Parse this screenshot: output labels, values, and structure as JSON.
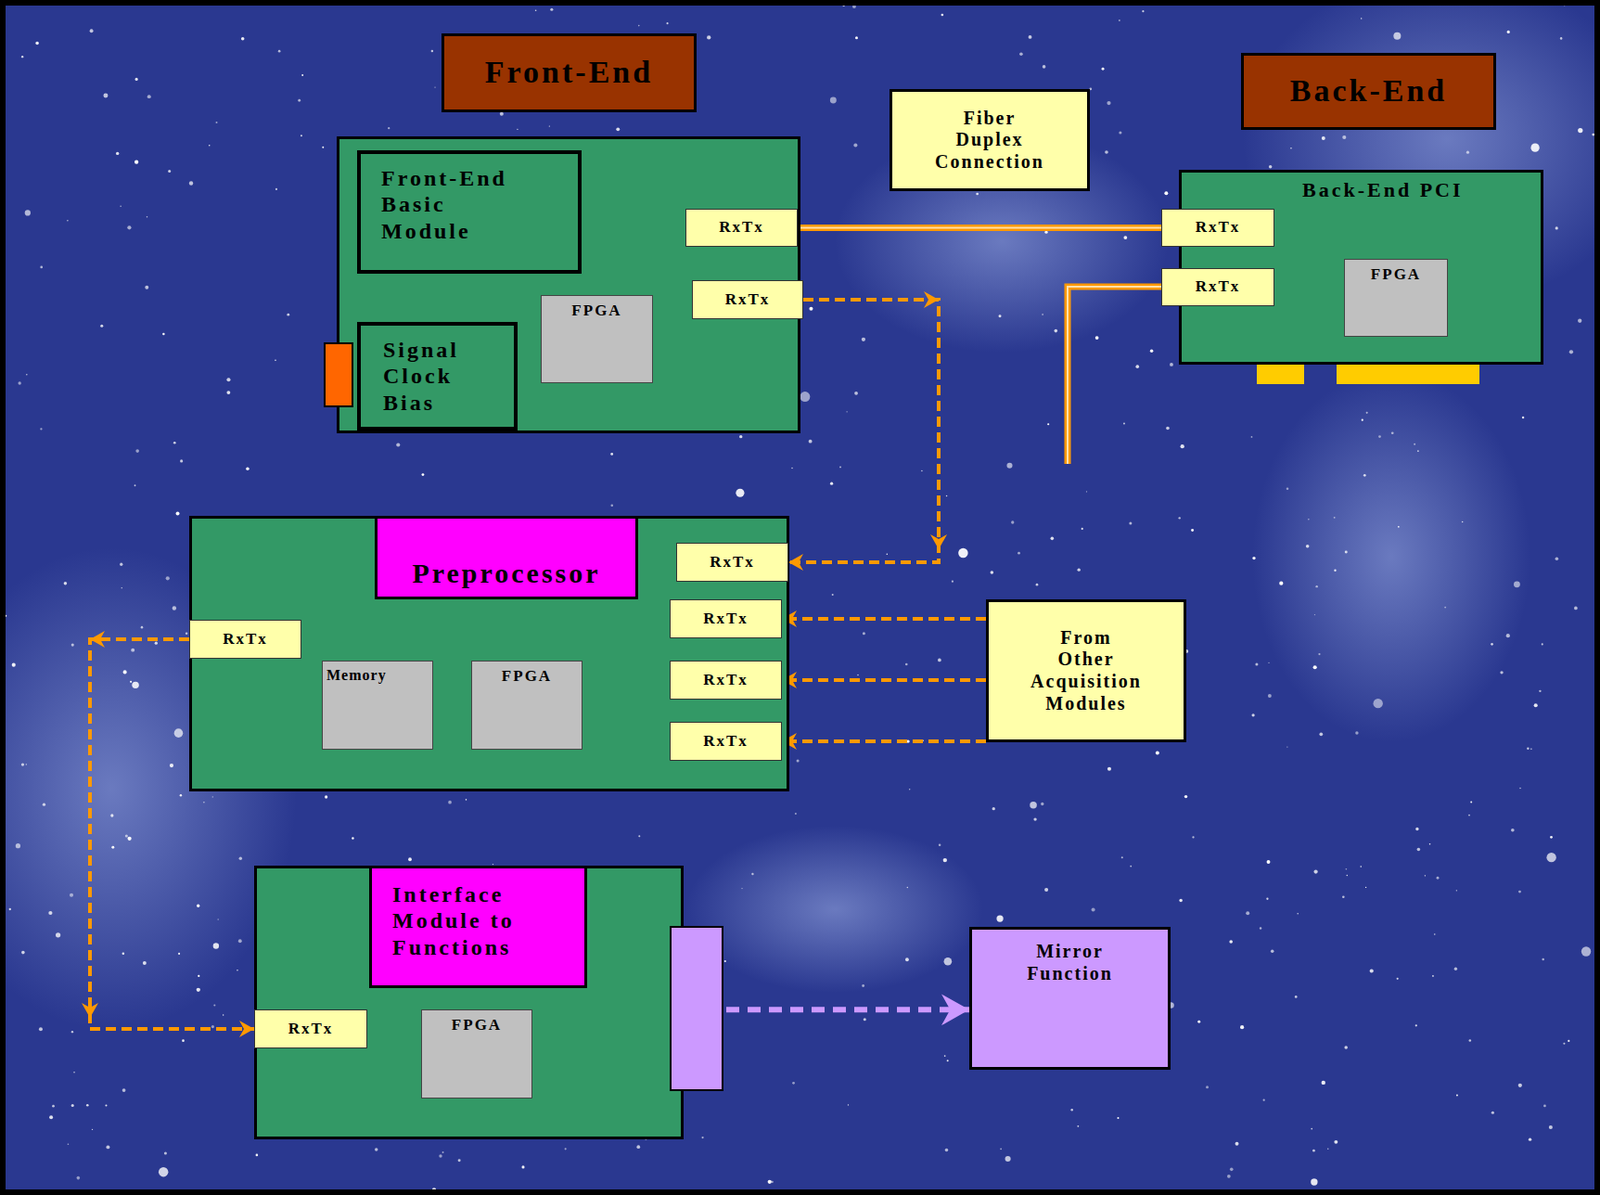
{
  "diagram": {
    "nodes": [
      {
        "text": [
          "Front-End"
        ]
      },
      {
        "text": [
          "Back-End"
        ]
      },
      {
        "text": [
          "Fiber Duplex Connection"
        ]
      },
      {
        "text": []
      },
      {
        "text": [
          "Front-End Basic Module"
        ],
        "in": 3
      },
      {
        "text": [
          "RxTx"
        ],
        "in": 3
      },
      {
        "text": [
          "RxTx"
        ],
        "in": 3
      },
      {
        "text": [
          "FPGA"
        ],
        "in": 3
      },
      {
        "text": [
          "Signal Clock Bias"
        ],
        "in": 3
      },
      {
        "text": [
          "Back-End PCI"
        ]
      },
      {
        "text": [
          "RxTx"
        ],
        "in": 9
      },
      {
        "text": [
          "RxTx"
        ],
        "in": 9
      },
      {
        "text": [
          "FPGA"
        ],
        "in": 9
      },
      {
        "text": []
      },
      {
        "text": [
          "Preprocessor"
        ],
        "in": 13
      },
      {
        "text": [
          "RxTx"
        ],
        "in": 13
      },
      {
        "text": [
          "RxTx"
        ],
        "in": 13
      },
      {
        "text": [
          "RxTx"
        ],
        "in": 13
      },
      {
        "text": [
          "Memory"
        ],
        "in": 13
      },
      {
        "text": [
          "FPGA"
        ],
        "in": 13
      },
      {
        "text": [
          "RxTx"
        ],
        "in": 13
      },
      {
        "text": [
          "RxTx"
        ],
        "in": 13
      },
      {
        "text": [
          "From Other Acquisition Modules"
        ]
      },
      {
        "text": []
      },
      {
        "text": [
          "Interface Module to Functions"
        ],
        "in": 23
      },
      {
        "text": [
          "RxTx"
        ],
        "in": 23
      },
      {
        "text": [
          "FPGA"
        ],
        "in": 23
      },
      {
        "text": [
          "Mirror Function"
        ]
      }
    ],
    "edges": [
      {
        "from": 5,
        "to": 10,
        "arrow": "none"
      },
      {
        "from": 6,
        "to": 15,
        "arrow": "to"
      },
      {
        "from": 22,
        "to": 16,
        "arrow": "to"
      },
      {
        "from": 22,
        "to": 20,
        "arrow": "to"
      },
      {
        "from": 22,
        "to": 21,
        "arrow": "to"
      },
      {
        "from": 17,
        "to": 25,
        "arrow": "to"
      },
      {
        "from": 23,
        "to": 27,
        "arrow": "to"
      }
    ]
  }
}
